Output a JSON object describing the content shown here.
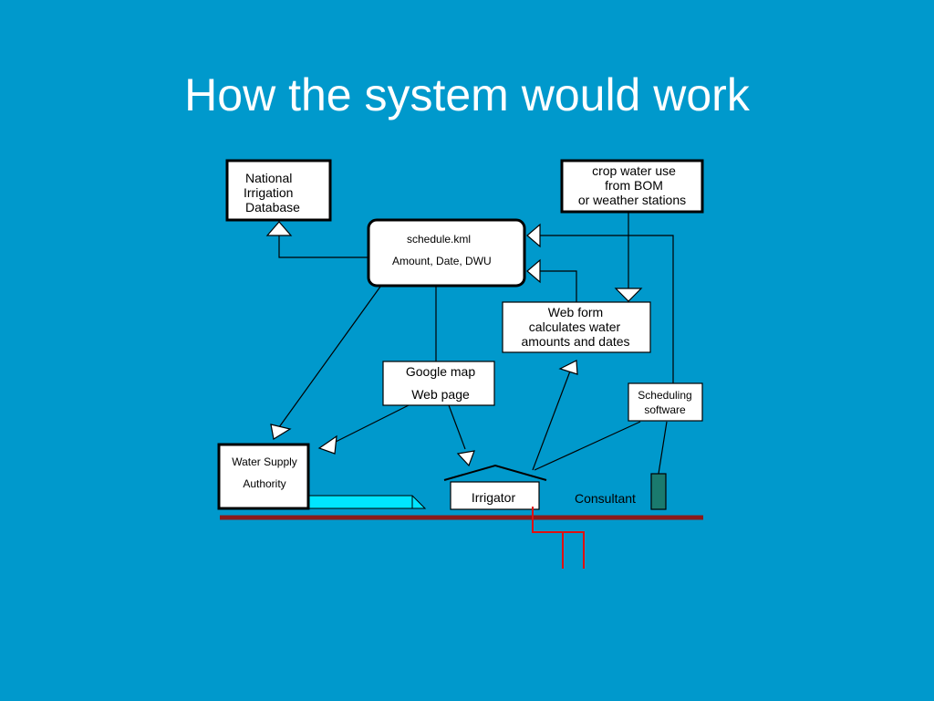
{
  "slide": {
    "title": "How the system would work"
  },
  "diagram": {
    "nodes": {
      "national_db": {
        "lines": [
          "National",
          "Irrigation",
          "Database"
        ]
      },
      "crop_water": {
        "lines": [
          "crop water use",
          "from BOM",
          "or weather stations"
        ]
      },
      "schedule": {
        "lines": [
          "schedule.kml",
          "Amount, Date, DWU"
        ]
      },
      "web_form": {
        "lines": [
          "Web form",
          "calculates water",
          "amounts and dates"
        ]
      },
      "google_map": {
        "lines": [
          "Google map",
          "Web page"
        ]
      },
      "scheduling_software": {
        "lines": [
          "Scheduling",
          "software"
        ]
      },
      "water_supply": {
        "lines": [
          "Water Supply",
          "Authority"
        ]
      },
      "irrigator": {
        "lines": [
          "Irrigator"
        ]
      },
      "consultant": {
        "lines": [
          "Consultant"
        ]
      }
    },
    "colors": {
      "background": "#0099cc",
      "box_fill": "#ffffff",
      "line": "#000000",
      "ground_line": "#8b1a1a",
      "channel": "#00e5ff",
      "consultant_device": "#1a7a6e",
      "pipe": "#e01010"
    }
  }
}
